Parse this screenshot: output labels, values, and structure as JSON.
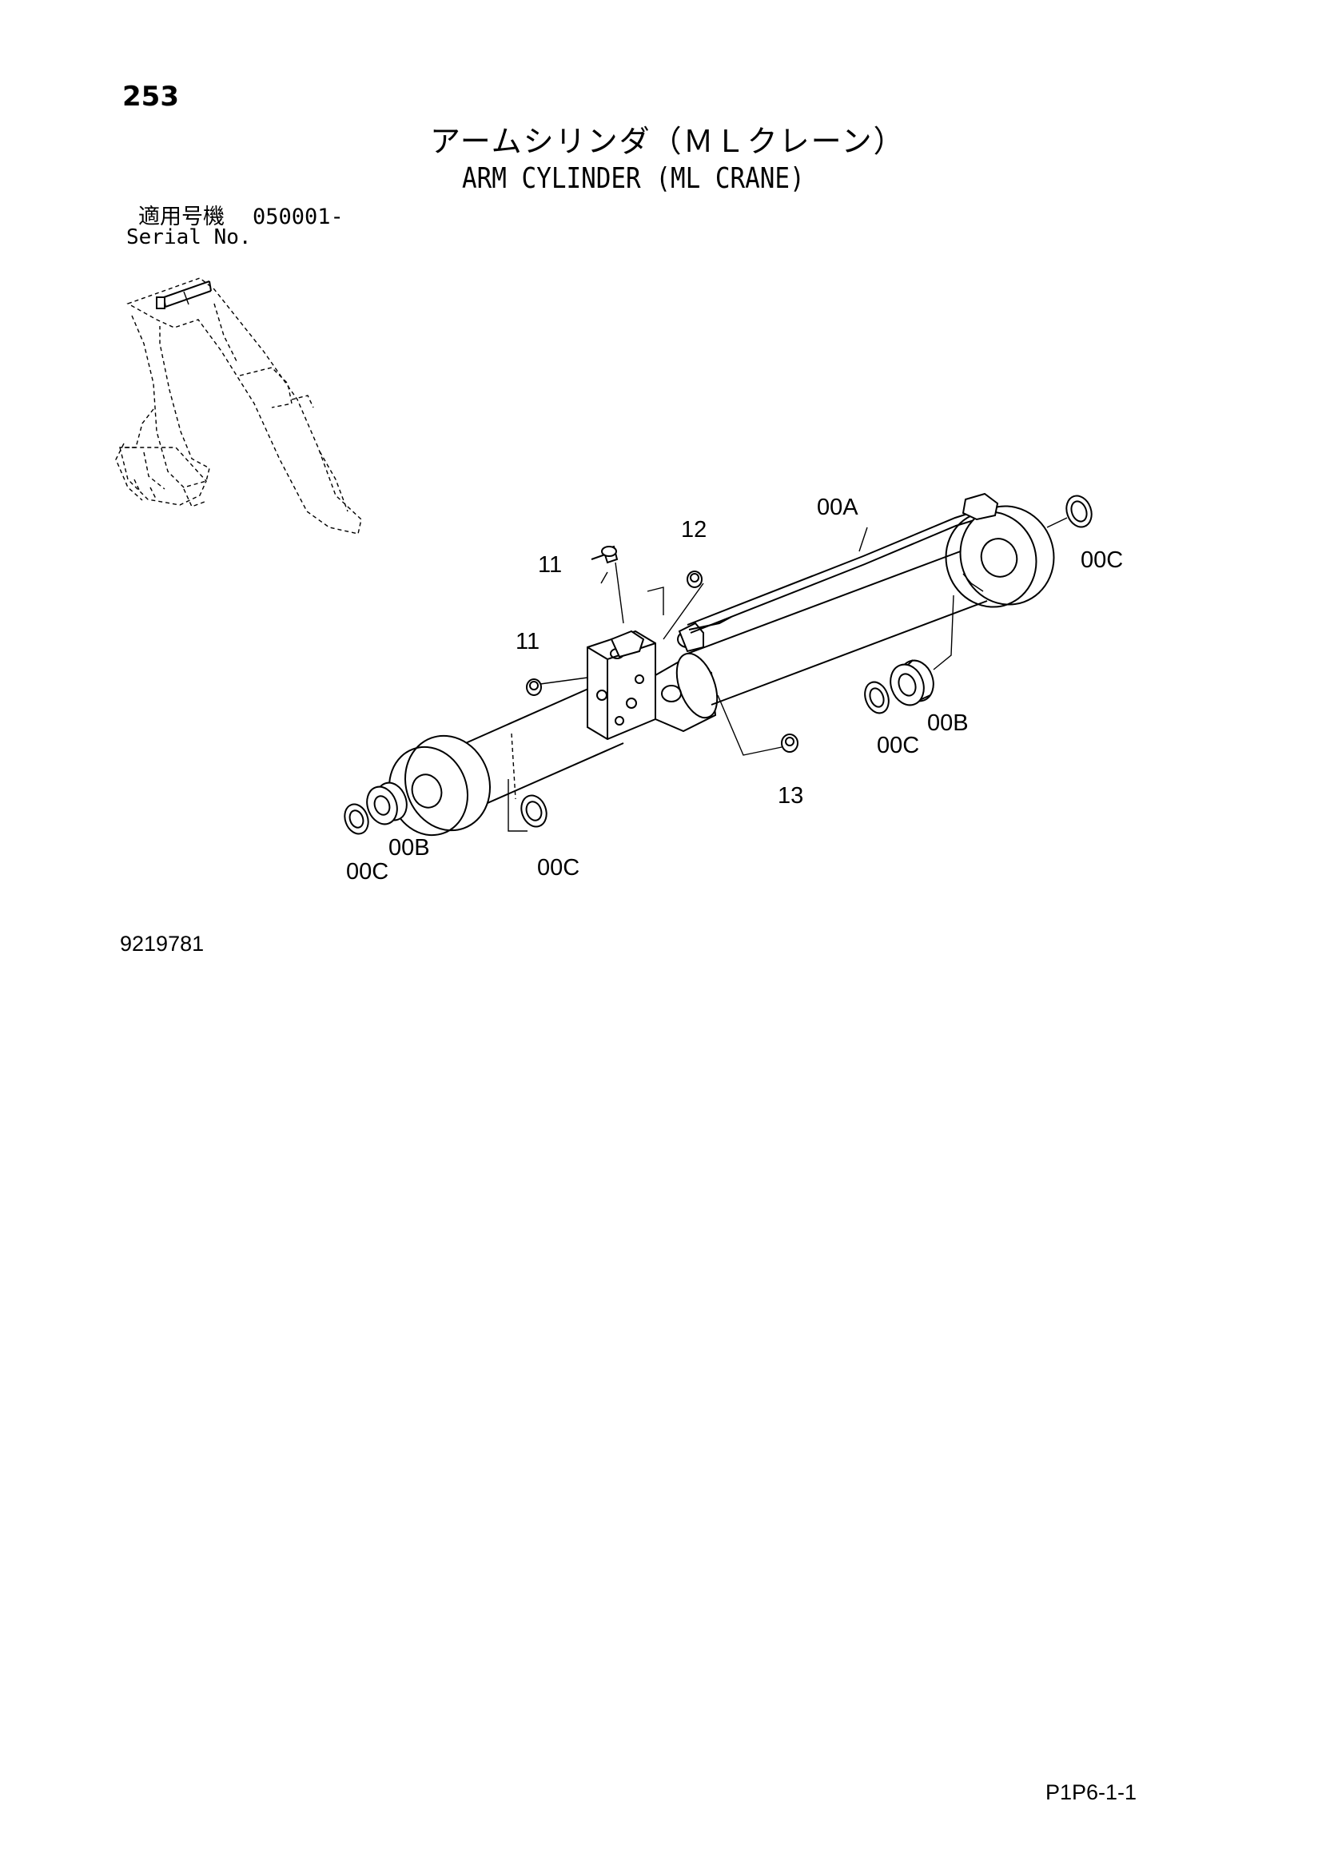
{
  "page_number": "253",
  "title_jp": "アームシリンダ（ＭＬクレーン）",
  "title_en": "ARM CYLINDER (ML CRANE)",
  "serial": {
    "label_jp": "適用号機",
    "value": "050001-",
    "label_en": "Serial No."
  },
  "callouts": {
    "c00A": "00A",
    "c00B_right": "00B",
    "c00B_left": "00B",
    "c00C_top_right": "00C",
    "c00C_mid_right": "00C",
    "c00C_left": "00C",
    "c00C_center": "00C",
    "c11_top": "11",
    "c11_left": "11",
    "c12": "12",
    "c13": "13"
  },
  "drawing_number": "9219781",
  "page_code": "P1P6-1-1"
}
